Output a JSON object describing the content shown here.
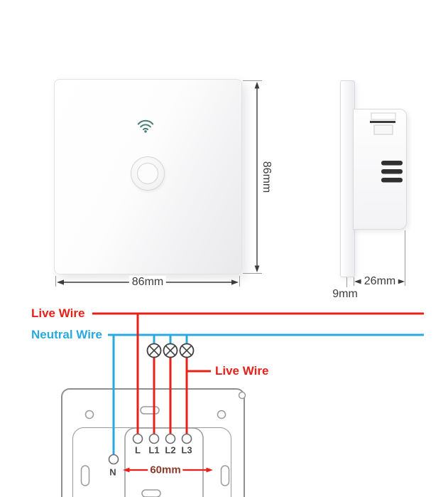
{
  "colors": {
    "live": "#e8201a",
    "neutral": "#2aa9e0",
    "dim": "#3c3c3c",
    "spacing_text": "#8b3a2a",
    "wifi": "#477f74"
  },
  "front_view": {
    "width_label": "86mm",
    "height_label": "86mm"
  },
  "side_view": {
    "depth_label": "26mm",
    "thickness_label": "9mm"
  },
  "wiring_diagram": {
    "live_wire_label": "Live Wire",
    "neutral_wire_label": "Neutral Wire",
    "switched_live_label": "Live Wire",
    "lamp_count": 3
  },
  "back_view": {
    "terminal_labels": [
      "L",
      "L1",
      "L2",
      "L3"
    ],
    "neutral_terminal_label": "N",
    "hole_spacing_label": "60mm"
  }
}
